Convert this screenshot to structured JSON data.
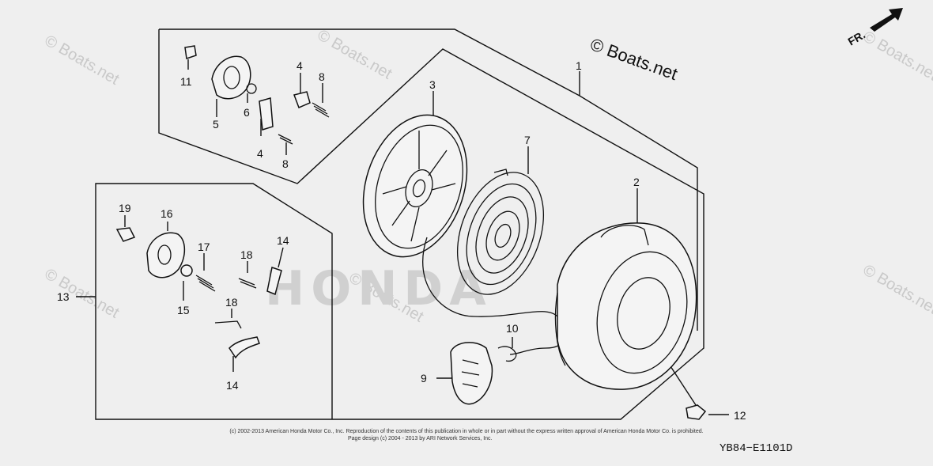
{
  "copyright_mark": "© Boats.net",
  "watermarks": [
    "© Boats.net",
    "© Boats.net",
    "© Boats.net",
    "© Boats.net",
    "© Boats.net",
    "© Boats.net"
  ],
  "background_brand": "HONDA",
  "direction_label": "FR.",
  "diagram_code": "YB84−E1101D",
  "fine_print_line1": "(c) 2002-2013 American Honda Motor Co., Inc. Reproduction of the contents of this publication in whole or in part without the express written approval of American Honda Motor Co. is prohibited.",
  "fine_print_line2": "Page design (c) 2004 - 2013 by ARI Network Services, Inc.",
  "callouts": [
    "1",
    "2",
    "3",
    "4",
    "4",
    "5",
    "6",
    "7",
    "8",
    "8",
    "9",
    "10",
    "11",
    "12",
    "13",
    "14",
    "14",
    "15",
    "16",
    "17",
    "18",
    "18",
    "19"
  ]
}
